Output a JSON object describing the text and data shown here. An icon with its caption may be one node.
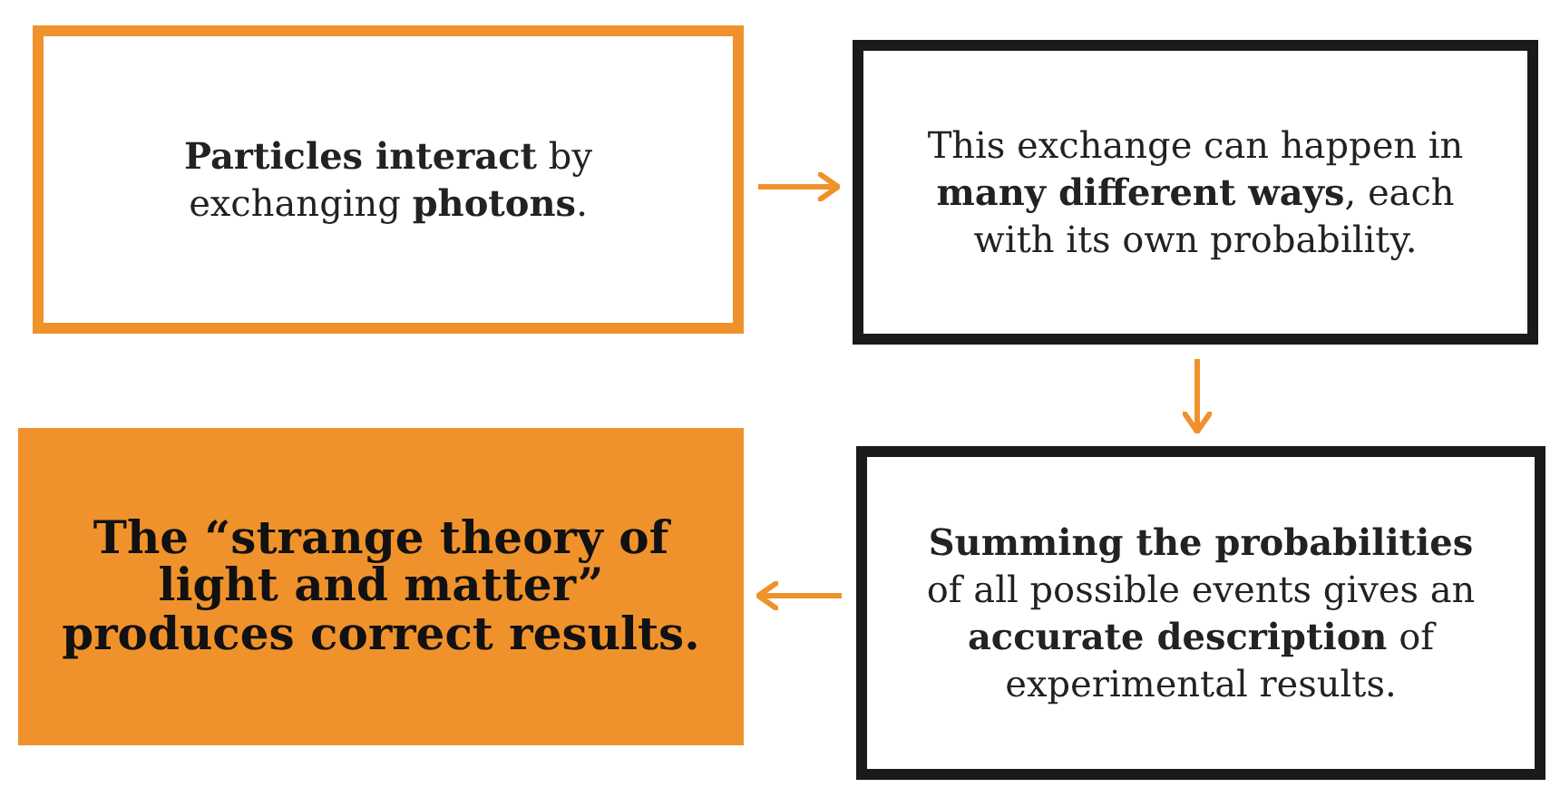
{
  "diagram": {
    "nodes": [
      {
        "text": [
          "**Particles interact** by exchanging **photons**."
        ]
      },
      {
        "text": [
          "This exchange can happen in **many different ways**, each with its own probability."
        ]
      },
      {
        "text": [
          "**Summing the probabilities** of all possible events gives an **accurate description** of experimental results."
        ]
      },
      {
        "text": [
          "The “strange theory of light and matter” produces correct results."
        ]
      }
    ],
    "edges": [
      {
        "from": 0,
        "to": 1,
        "arrow": "to"
      },
      {
        "from": 1,
        "to": 2,
        "arrow": "to"
      },
      {
        "from": 2,
        "to": 3,
        "arrow": "to"
      }
    ]
  }
}
